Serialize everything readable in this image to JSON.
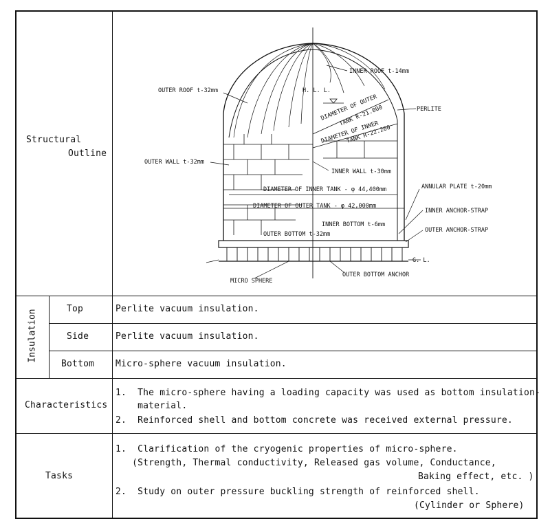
{
  "structural_outline": {
    "label_line1": "Structural",
    "label_line2": "Outline",
    "diagram_labels": {
      "inner_roof": "INNER ROOF t-14mm",
      "outer_roof": "OUTER ROOF t-32mm",
      "hll": "H. L. L.",
      "dia_outer_line1": "DIAMETER OF OUTER",
      "dia_outer_line2": "TANK R-21.000",
      "perlite": "PERLITE",
      "dia_inner_line1": "DIAMETER OF INNER",
      "dia_inner_line2": "TANK R-22.200",
      "outer_wall": "OUTER WALL t-32mm",
      "inner_wall": "INNER WALL t-30mm",
      "dia_inner_tank": "DIAMETER OF INNER TANK - φ 44,400mm",
      "annular_plate": "ANNULAR PLATE t-20mm",
      "dia_outer_tank": "DIAMETER OF OUTER TANK - φ 42,000mm",
      "inner_anchor": "INNER ANCHOR-STRAP",
      "inner_bottom": "INNER BOTTOM t-6mm",
      "outer_anchor": "OUTER ANCHOR-STRAP",
      "outer_bottom": "OUTER BOTTOM t-32mm",
      "gl": "G. L.",
      "micro_sphere": "MICRO SPHERE",
      "outer_bottom_anchor": "OUTER BOTTOM ANCHOR"
    }
  },
  "insulation": {
    "label": "Insulation",
    "rows": [
      {
        "name": "Top",
        "value": "Perlite vacuum insulation."
      },
      {
        "name": "Side",
        "value": "Perlite vacuum insulation."
      },
      {
        "name": "Bottom",
        "value": "Micro-sphere vacuum insulation."
      }
    ]
  },
  "characteristics": {
    "label": "Characteristics",
    "lines": [
      "1.  The micro-sphere having a loading capacity was used as bottom insulation-",
      "    material.",
      "2.  Reinforced shell and bottom concrete was received external pressure."
    ]
  },
  "tasks": {
    "label": "Tasks",
    "lines": [
      "1.  Clarification of the cryogenic properties of micro-sphere.",
      "   (Strength, Thermal conductivity, Released gas volume, Conductance,",
      "Baking effect, etc. )",
      "2.  Study on outer pressure buckling strength of reinforced shell.",
      "(Cylinder or Sphere)"
    ]
  }
}
